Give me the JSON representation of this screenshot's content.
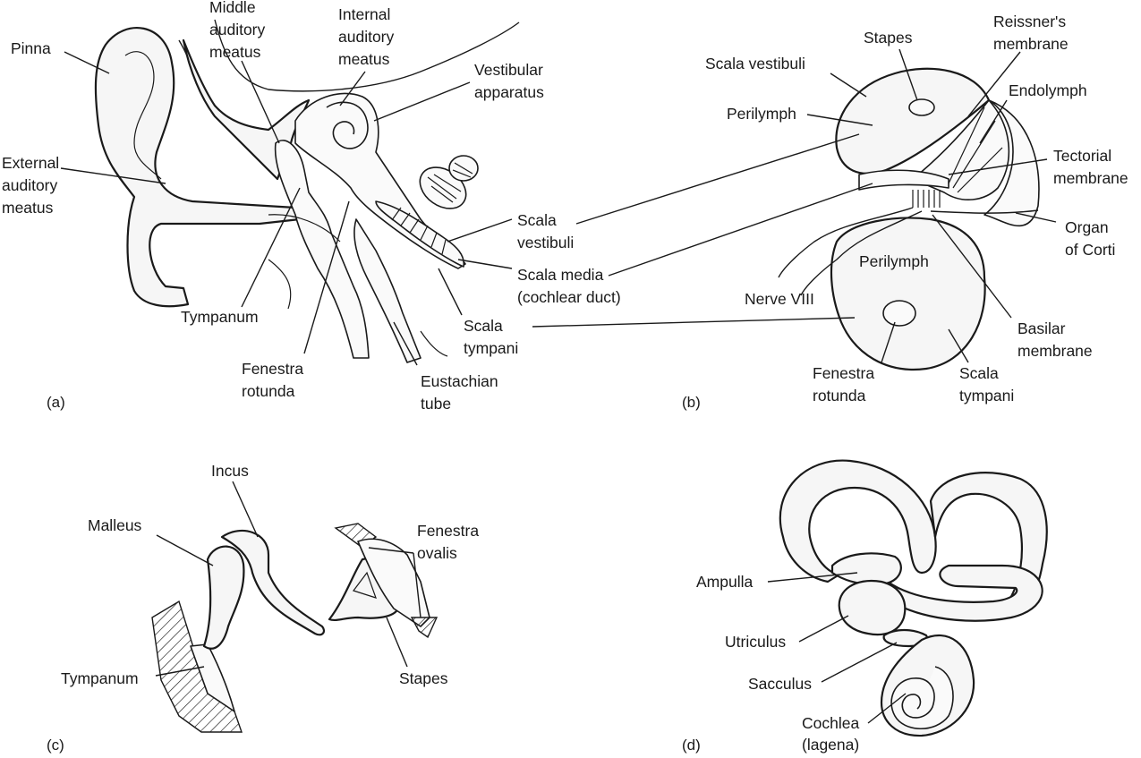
{
  "panels": {
    "a": "(a)",
    "b": "(b)",
    "c": "(c)",
    "d": "(d)"
  },
  "a": {
    "pinna": "Pinna",
    "middle_meatus": [
      "Middle",
      "auditory",
      "meatus"
    ],
    "internal_meatus": [
      "Internal",
      "auditory",
      "meatus"
    ],
    "vestibular": [
      "Vestibular",
      "apparatus"
    ],
    "external_meatus": [
      "External",
      "auditory",
      "meatus"
    ],
    "scala_vestibuli": [
      "Scala",
      "vestibuli"
    ],
    "scala_media": [
      "Scala media",
      "(cochlear duct)"
    ],
    "tympanum": "Tympanum",
    "scala_tympani": [
      "Scala",
      "tympani"
    ],
    "fenestra_rotunda": [
      "Fenestra",
      "rotunda"
    ],
    "eustachian": [
      "Eustachian",
      "tube"
    ]
  },
  "b": {
    "stapes": "Stapes",
    "reissner": [
      "Reissner's",
      "membrane"
    ],
    "scala_vestibuli": "Scala vestibuli",
    "endolymph": "Endolymph",
    "perilymph_top": "Perilymph",
    "tectorial": [
      "Tectorial",
      "membrane"
    ],
    "organ_corti": [
      "Organ",
      "of Corti"
    ],
    "perilymph_bottom": "Perilymph",
    "nerve": "Nerve VIII",
    "basilar": [
      "Basilar",
      "membrane"
    ],
    "fenestra_rotunda": [
      "Fenestra",
      "rotunda"
    ],
    "scala_tympani": [
      "Scala",
      "tympani"
    ]
  },
  "c": {
    "incus": "Incus",
    "malleus": "Malleus",
    "fenestra_ovalis": [
      "Fenestra",
      "ovalis"
    ],
    "tympanum": "Tympanum",
    "stapes": "Stapes"
  },
  "d": {
    "ampulla": "Ampulla",
    "utriculus": "Utriculus",
    "sacculus": "Sacculus",
    "cochlea": [
      "Cochlea",
      "(lagena)"
    ]
  }
}
